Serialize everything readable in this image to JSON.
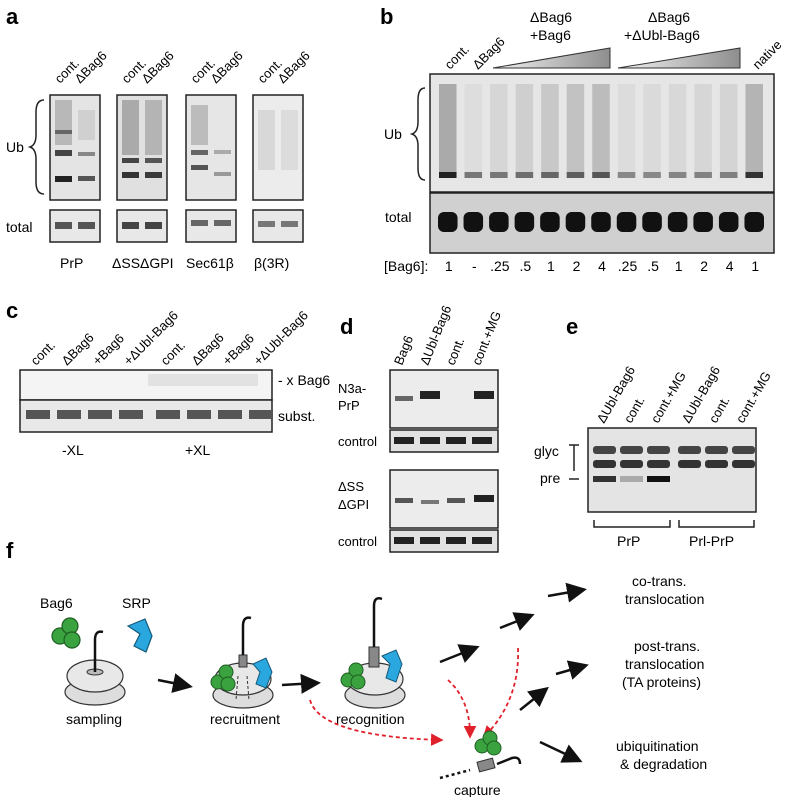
{
  "panels": {
    "a": "a",
    "b": "b",
    "c": "c",
    "d": "d",
    "e": "e",
    "f": "f"
  },
  "panel_a": {
    "lane_labels": [
      "cont.",
      "ΔBag6"
    ],
    "ub_label": "Ub",
    "total_label": "total",
    "substrates": [
      "PrP",
      "ΔSSΔGPI",
      "Sec61β",
      "β(3R)"
    ]
  },
  "panel_b": {
    "lane_cont": "cont.",
    "lane_dbag6": "ΔBag6",
    "group1": [
      "ΔBag6",
      "+Bag6"
    ],
    "group2": [
      "ΔBag6",
      "+ΔUbl-Bag6"
    ],
    "lane_native": "native",
    "ub_label": "Ub",
    "total_label": "total",
    "bag6_row_label": "[Bag6]:",
    "bag6_values": [
      "1",
      "-",
      ".25",
      ".5",
      "1",
      "2",
      "4",
      ".25",
      ".5",
      "1",
      "2",
      "4",
      "1"
    ]
  },
  "panel_c": {
    "lanes": [
      "cont.",
      "ΔBag6",
      "+Bag6",
      "+ΔUbl-Bag6",
      "cont.",
      "ΔBag6",
      "+Bag6",
      "+ΔUbl-Bag6"
    ],
    "xbag6_label": "- x Bag6",
    "subst_label": "subst.",
    "minus_xl": "-XL",
    "plus_xl": "+XL"
  },
  "panel_d": {
    "lanes": [
      "Bag6",
      "ΔUbl-Bag6",
      "cont.",
      "cont.+MG"
    ],
    "blot1_label": [
      "N3a-",
      "PrP"
    ],
    "blot2_label": [
      "ΔSS",
      "ΔGPI"
    ],
    "control_label": "control"
  },
  "panel_e": {
    "lanes": [
      "ΔUbl-Bag6",
      "cont.",
      "cont.+MG",
      "ΔUbl-Bag6",
      "cont.",
      "cont.+MG"
    ],
    "glyc_label": "glyc",
    "pre_label": "pre",
    "group1": "PrP",
    "group2": "Prl-PrP"
  },
  "panel_f": {
    "bag6": "Bag6",
    "srp": "SRP",
    "sampling": "sampling",
    "recruitment": "recruitment",
    "recognition": "recognition",
    "capture": "capture",
    "outcome1": [
      "co-trans.",
      "translocation"
    ],
    "outcome2": [
      "post-trans.",
      "translocation",
      "(TA proteins)"
    ],
    "outcome3": [
      "ubiquitination",
      "& degradation"
    ],
    "colors": {
      "bag6": "#3aa340",
      "srp": "#2aa7df",
      "arrow_dashed": "#e0202a"
    }
  }
}
